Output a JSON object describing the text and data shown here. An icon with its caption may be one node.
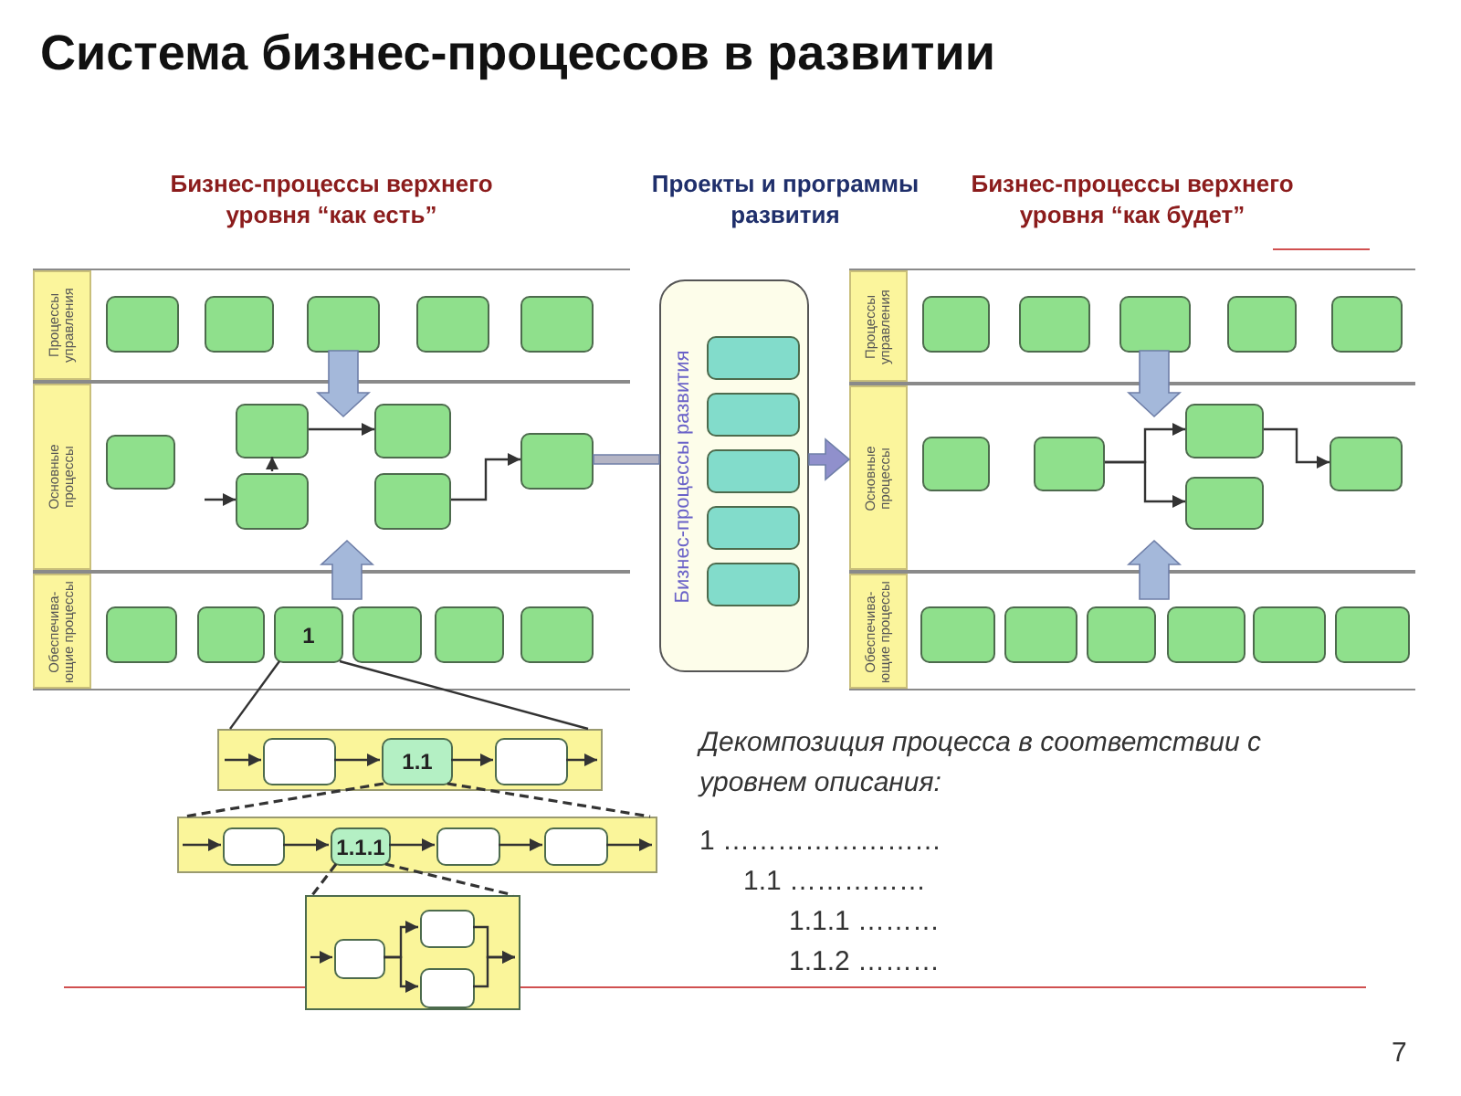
{
  "diagram": {
    "title": "Система бизнес-процессов в развитии",
    "nodes": [
      {
        "text": [
          "Бизнес-процессы верхнего уровня “как есть”"
        ]
      },
      {
        "text": [
          "Процессы управления"
        ],
        "in": 0
      },
      {
        "text": [
          "Основные процессы"
        ],
        "in": 0
      },
      {
        "text": [
          "Обеспечива-ющие процессы"
        ],
        "in": 0
      },
      {
        "text": [],
        "shape": "box",
        "in": 1
      },
      {
        "text": [],
        "shape": "box",
        "in": 1
      },
      {
        "text": [],
        "shape": "box",
        "in": 1
      },
      {
        "text": [],
        "shape": "box",
        "in": 1
      },
      {
        "text": [],
        "shape": "box",
        "in": 1
      },
      {
        "text": [],
        "shape": "box",
        "in": 2
      },
      {
        "text": [],
        "shape": "box",
        "in": 2
      },
      {
        "text": [],
        "shape": "box",
        "in": 2
      },
      {
        "text": [],
        "shape": "box",
        "in": 2
      },
      {
        "text": [],
        "shape": "box",
        "in": 2
      },
      {
        "text": [],
        "shape": "box",
        "in": 2
      },
      {
        "text": [],
        "shape": "box",
        "in": 3
      },
      {
        "text": [],
        "shape": "box",
        "in": 3
      },
      {
        "text": [
          "1"
        ],
        "in": 3
      },
      {
        "text": [],
        "shape": "box",
        "in": 3
      },
      {
        "text": [],
        "shape": "box",
        "in": 3
      },
      {
        "text": [],
        "shape": "box",
        "in": 3
      },
      {
        "text": [
          "Проекты и программы развития",
          "Бизнес-процессы развития"
        ]
      },
      {
        "text": [],
        "shape": "box",
        "in": 21
      },
      {
        "text": [],
        "shape": "box",
        "in": 21
      },
      {
        "text": [],
        "shape": "box",
        "in": 21
      },
      {
        "text": [],
        "shape": "box",
        "in": 21
      },
      {
        "text": [],
        "shape": "box",
        "in": 21
      },
      {
        "text": [
          "Бизнес-процессы верхнего уровня “как будет”"
        ]
      },
      {
        "text": [
          "Процессы управления"
        ],
        "in": 27
      },
      {
        "text": [
          "Основные процессы"
        ],
        "in": 27
      },
      {
        "text": [
          "Обеспечива-ющие процессы"
        ],
        "in": 27
      },
      {
        "text": [],
        "shape": "box",
        "in": 28
      },
      {
        "text": [],
        "shape": "box",
        "in": 28
      },
      {
        "text": [],
        "shape": "box",
        "in": 28
      },
      {
        "text": [],
        "shape": "box",
        "in": 28
      },
      {
        "text": [],
        "shape": "box",
        "in": 28
      },
      {
        "text": [],
        "shape": "box",
        "in": 29
      },
      {
        "text": [],
        "shape": "box",
        "in": 29
      },
      {
        "text": [],
        "shape": "box",
        "in": 29
      },
      {
        "text": [],
        "shape": "box",
        "in": 29
      },
      {
        "text": [],
        "shape": "box",
        "in": 29
      },
      {
        "text": [],
        "shape": "box",
        "in": 30
      },
      {
        "text": [],
        "shape": "box",
        "in": 30
      },
      {
        "text": [],
        "shape": "box",
        "in": 30
      },
      {
        "text": [],
        "shape": "box",
        "in": 30
      },
      {
        "text": [],
        "shape": "box",
        "in": 30
      },
      {
        "text": [],
        "shape": "box",
        "in": 30
      },
      {
        "text": [],
        "shape": "bar"
      },
      {
        "text": [],
        "shape": "box",
        "in": 47
      },
      {
        "text": [
          "1.1"
        ],
        "in": 47
      },
      {
        "text": [],
        "shape": "box",
        "in": 47
      },
      {
        "text": [],
        "shape": "bar"
      },
      {
        "text": [],
        "shape": "box",
        "in": 51
      },
      {
        "text": [
          "1.1.1"
        ],
        "in": 51
      },
      {
        "text": [],
        "shape": "box",
        "in": 51
      },
      {
        "text": [],
        "shape": "box",
        "in": 51
      },
      {
        "text": [],
        "shape": "box"
      },
      {
        "text": [],
        "shape": "box",
        "in": 56
      },
      {
        "text": [],
        "shape": "box",
        "in": 56
      },
      {
        "text": [],
        "shape": "box",
        "in": 56
      }
    ],
    "edges": [
      {
        "from": null,
        "to": 12,
        "arrow": "to"
      },
      {
        "from": 12,
        "to": 10,
        "arrow": "to"
      },
      {
        "from": 10,
        "to": 11,
        "arrow": "to"
      },
      {
        "from": 13,
        "to": 14,
        "arrow": "to"
      },
      {
        "from": 6,
        "to": 2,
        "arrow": "to",
        "style": "thick",
        "color": "#a4b8da"
      },
      {
        "from": 3,
        "to": 2,
        "arrow": "to",
        "style": "thick",
        "color": "#a4b8da"
      },
      {
        "from": 14,
        "to": 21,
        "arrow": "none",
        "style": "thick",
        "color": "#b4b4c4"
      },
      {
        "from": 21,
        "to": 27,
        "arrow": "to",
        "style": "thick",
        "color": "#9090cc"
      },
      {
        "from": 37,
        "to": 38,
        "arrow": "to"
      },
      {
        "from": 37,
        "to": 39,
        "arrow": "to"
      },
      {
        "from": 38,
        "to": 40,
        "arrow": "to"
      },
      {
        "from": 33,
        "to": 29,
        "arrow": "to",
        "style": "thick",
        "color": "#a4b8da"
      },
      {
        "from": 30,
        "to": 29,
        "arrow": "to",
        "style": "thick",
        "color": "#a4b8da"
      },
      {
        "from": 17,
        "to": 47,
        "arrow": "none"
      },
      {
        "from": 17,
        "to": 47,
        "arrow": "none"
      },
      {
        "from": null,
        "to": 48,
        "arrow": "to"
      },
      {
        "from": 48,
        "to": 49,
        "arrow": "to"
      },
      {
        "from": 49,
        "to": 50,
        "arrow": "to"
      },
      {
        "from": 50,
        "to": null,
        "arrow": "to"
      },
      {
        "from": 49,
        "to": 51,
        "arrow": "none",
        "style": "dashed"
      },
      {
        "from": 49,
        "to": 51,
        "arrow": "none",
        "style": "dashed"
      },
      {
        "from": null,
        "to": 52,
        "arrow": "to"
      },
      {
        "from": 52,
        "to": 53,
        "arrow": "to"
      },
      {
        "from": 53,
        "to": 54,
        "arrow": "to"
      },
      {
        "from": 54,
        "to": 55,
        "arrow": "to"
      },
      {
        "from": 55,
        "to": null,
        "arrow": "to"
      },
      {
        "from": 53,
        "to": 56,
        "arrow": "none",
        "style": "dashed"
      },
      {
        "from": 53,
        "to": 56,
        "arrow": "none",
        "style": "dashed"
      },
      {
        "from": null,
        "to": 57,
        "arrow": "to"
      },
      {
        "from": 57,
        "to": 58,
        "arrow": "to"
      },
      {
        "from": 57,
        "to": 59,
        "arrow": "to"
      },
      {
        "from": 58,
        "to": null,
        "arrow": "to"
      },
      {
        "from": 59,
        "to": null,
        "arrow": "to"
      }
    ],
    "labels": [
      "Декомпозиция процесса в соответствии с уровнем описания:",
      "1 ……………………",
      "1.1 ……………",
      "1.1.1 ………",
      "1.1.2 ………",
      "7"
    ]
  }
}
